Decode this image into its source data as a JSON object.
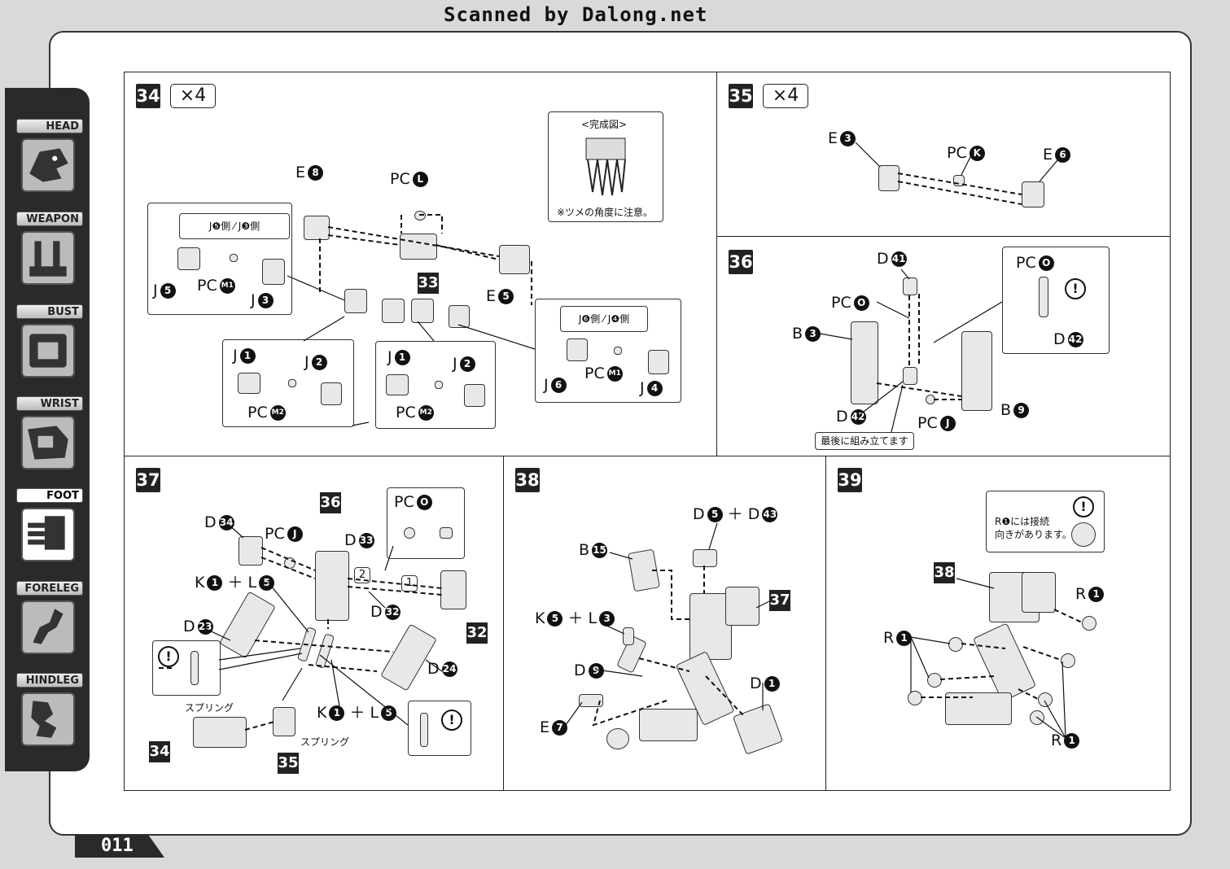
{
  "header": {
    "scan_credit": "Scanned by Dalong.net"
  },
  "sidebar": {
    "tabs": [
      {
        "label": "HEAD",
        "icon": "head-icon"
      },
      {
        "label": "WEAPON",
        "icon": "weapon-icon"
      },
      {
        "label": "BUST",
        "icon": "bust-icon"
      },
      {
        "label": "WRIST",
        "icon": "wrist-icon"
      },
      {
        "label": "FOOT",
        "icon": "foot-icon",
        "active": true
      },
      {
        "label": "FORELEG",
        "icon": "foreleg-icon"
      },
      {
        "label": "HINDLEG",
        "icon": "hindleg-icon"
      }
    ]
  },
  "page_number": "011",
  "steps": {
    "s34": {
      "number": "34",
      "multiplier": "×4",
      "complete_title": "<完成図>",
      "complete_note": "※ツメの角度に注意。",
      "e8": {
        "letter": "E",
        "num": "8"
      },
      "pcl": {
        "letter": "PC",
        "num": "L"
      },
      "sub33": "33",
      "e5": {
        "letter": "E",
        "num": "5"
      },
      "box_left_title": "J❺側 ⁄ J❸側",
      "j5": {
        "letter": "J",
        "num": "5"
      },
      "pcm1a": {
        "letter": "PC",
        "num": "M1"
      },
      "j3": {
        "letter": "J",
        "num": "3"
      },
      "j1a": {
        "letter": "J",
        "num": "1"
      },
      "j2a": {
        "letter": "J",
        "num": "2"
      },
      "pcm2a": {
        "letter": "PC",
        "num": "M2"
      },
      "j1b": {
        "letter": "J",
        "num": "1"
      },
      "j2b": {
        "letter": "J",
        "num": "2"
      },
      "pcm2b": {
        "letter": "PC",
        "num": "M2"
      },
      "box_right_title": "J❻側 ⁄ J❹側",
      "j6": {
        "letter": "J",
        "num": "6"
      },
      "pcm1b": {
        "letter": "PC",
        "num": "M1"
      },
      "j4": {
        "letter": "J",
        "num": "4"
      }
    },
    "s35": {
      "number": "35",
      "multiplier": "×4",
      "e3": {
        "letter": "E",
        "num": "3"
      },
      "pck": {
        "letter": "PC",
        "num": "K"
      },
      "e6": {
        "letter": "E",
        "num": "6"
      }
    },
    "s36": {
      "number": "36",
      "d41": {
        "letter": "D",
        "num": "41"
      },
      "pco": {
        "letter": "PC",
        "num": "O"
      },
      "b3": {
        "letter": "B",
        "num": "3"
      },
      "d42a": {
        "letter": "D",
        "num": "42"
      },
      "pcj": {
        "letter": "PC",
        "num": "J"
      },
      "b9": {
        "letter": "B",
        "num": "9"
      },
      "pco_box": {
        "letter": "PC",
        "num": "O"
      },
      "d42b": {
        "letter": "D",
        "num": "42"
      },
      "final_note": "最後に組み立てます"
    },
    "s37": {
      "number": "37",
      "d34": {
        "letter": "D",
        "num": "34"
      },
      "pcj": {
        "letter": "PC",
        "num": "J"
      },
      "sub36": "36",
      "d33": {
        "letter": "D",
        "num": "33"
      },
      "pco": {
        "letter": "PC",
        "num": "O"
      },
      "k1l5a": {
        "k": "1",
        "l": "5"
      },
      "d23": {
        "letter": "D",
        "num": "23"
      },
      "d32": {
        "letter": "D",
        "num": "32"
      },
      "sub32": "32",
      "d24": {
        "letter": "D",
        "num": "24"
      },
      "k1l5b": {
        "k": "1",
        "l": "5"
      },
      "spring_a": "スプリング",
      "spring_b": "スプリング",
      "sub34": "34",
      "sub35": "35",
      "box_one": "1",
      "box_two": "2"
    },
    "s38": {
      "number": "38",
      "d5d43": {
        "a": "5",
        "b": "43"
      },
      "b15": {
        "letter": "B",
        "num": "15"
      },
      "sub37": "37",
      "k5l3": {
        "k": "5",
        "l": "3"
      },
      "d9": {
        "letter": "D",
        "num": "9"
      },
      "d1": {
        "letter": "D",
        "num": "1"
      },
      "e7": {
        "letter": "E",
        "num": "7"
      }
    },
    "s39": {
      "number": "39",
      "note_line1": "R❶には接続",
      "note_line2": "向きがあります。",
      "sub38": "38",
      "r1a": {
        "letter": "R",
        "num": "1"
      },
      "r1b": {
        "letter": "R",
        "num": "1"
      },
      "r1c": {
        "letter": "R",
        "num": "1"
      }
    }
  }
}
